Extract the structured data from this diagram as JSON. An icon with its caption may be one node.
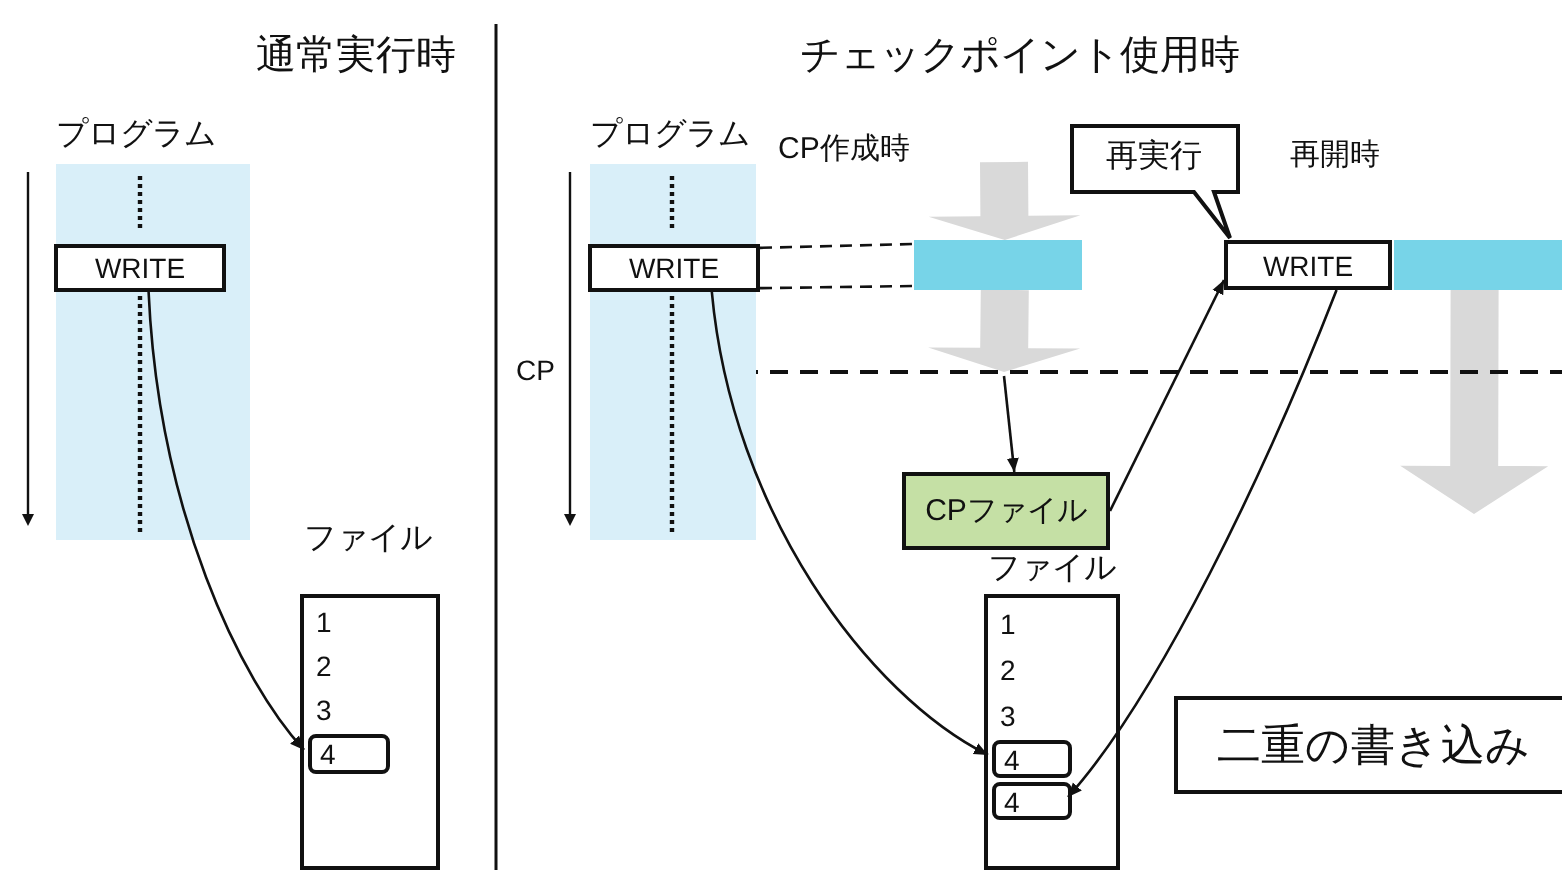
{
  "diagram": {
    "nodes": [
      {
        "text": [
          "プログラム"
        ]
      },
      {
        "text": [
          "WRITE"
        ],
        "in": 0
      },
      {
        "text": [
          "ファイル",
          "1",
          "2",
          "3"
        ]
      },
      {
        "text": [
          "4"
        ],
        "in": 2
      },
      {
        "text": [
          "プログラム"
        ]
      },
      {
        "text": [
          "WRITE"
        ],
        "in": 4
      },
      {
        "text": [
          "CPファイル"
        ]
      },
      {
        "text": [
          "ファイル",
          "1",
          "2",
          "3"
        ]
      },
      {
        "text": [
          "4"
        ],
        "in": 7
      },
      {
        "text": [
          "4"
        ],
        "in": 7
      },
      {
        "text": [
          "再実行"
        ]
      },
      {
        "text": [
          "WRITE"
        ]
      },
      {
        "text": [
          "二重の書き込み"
        ]
      },
      {
        "text": [],
        "shape": "bar"
      },
      {
        "text": [],
        "shape": "bar"
      }
    ],
    "edges": [
      {
        "from": 1,
        "to": 3,
        "arrow": "to"
      },
      {
        "from": 5,
        "to": 8,
        "arrow": "to"
      },
      {
        "from": null,
        "to": 6,
        "arrow": "to"
      },
      {
        "from": 6,
        "to": 11,
        "arrow": "to"
      },
      {
        "from": 11,
        "to": 9,
        "arrow": "to"
      },
      {
        "from": 5,
        "to": 13,
        "arrow": "none",
        "style": "dashed"
      },
      {
        "from": 5,
        "to": 13,
        "arrow": "none",
        "style": "dashed"
      },
      {
        "from": null,
        "to": 13,
        "arrow": "to",
        "style": "thick",
        "color": "#d9d9d9"
      },
      {
        "from": 13,
        "to": null,
        "arrow": "to",
        "style": "thick",
        "color": "#d9d9d9"
      },
      {
        "from": 14,
        "to": null,
        "arrow": "to",
        "style": "thick",
        "color": "#d9d9d9"
      }
    ],
    "labels": [
      "通常実行時",
      "チェックポイント使用時",
      "CP作成時",
      "再開時",
      "CP"
    ]
  }
}
